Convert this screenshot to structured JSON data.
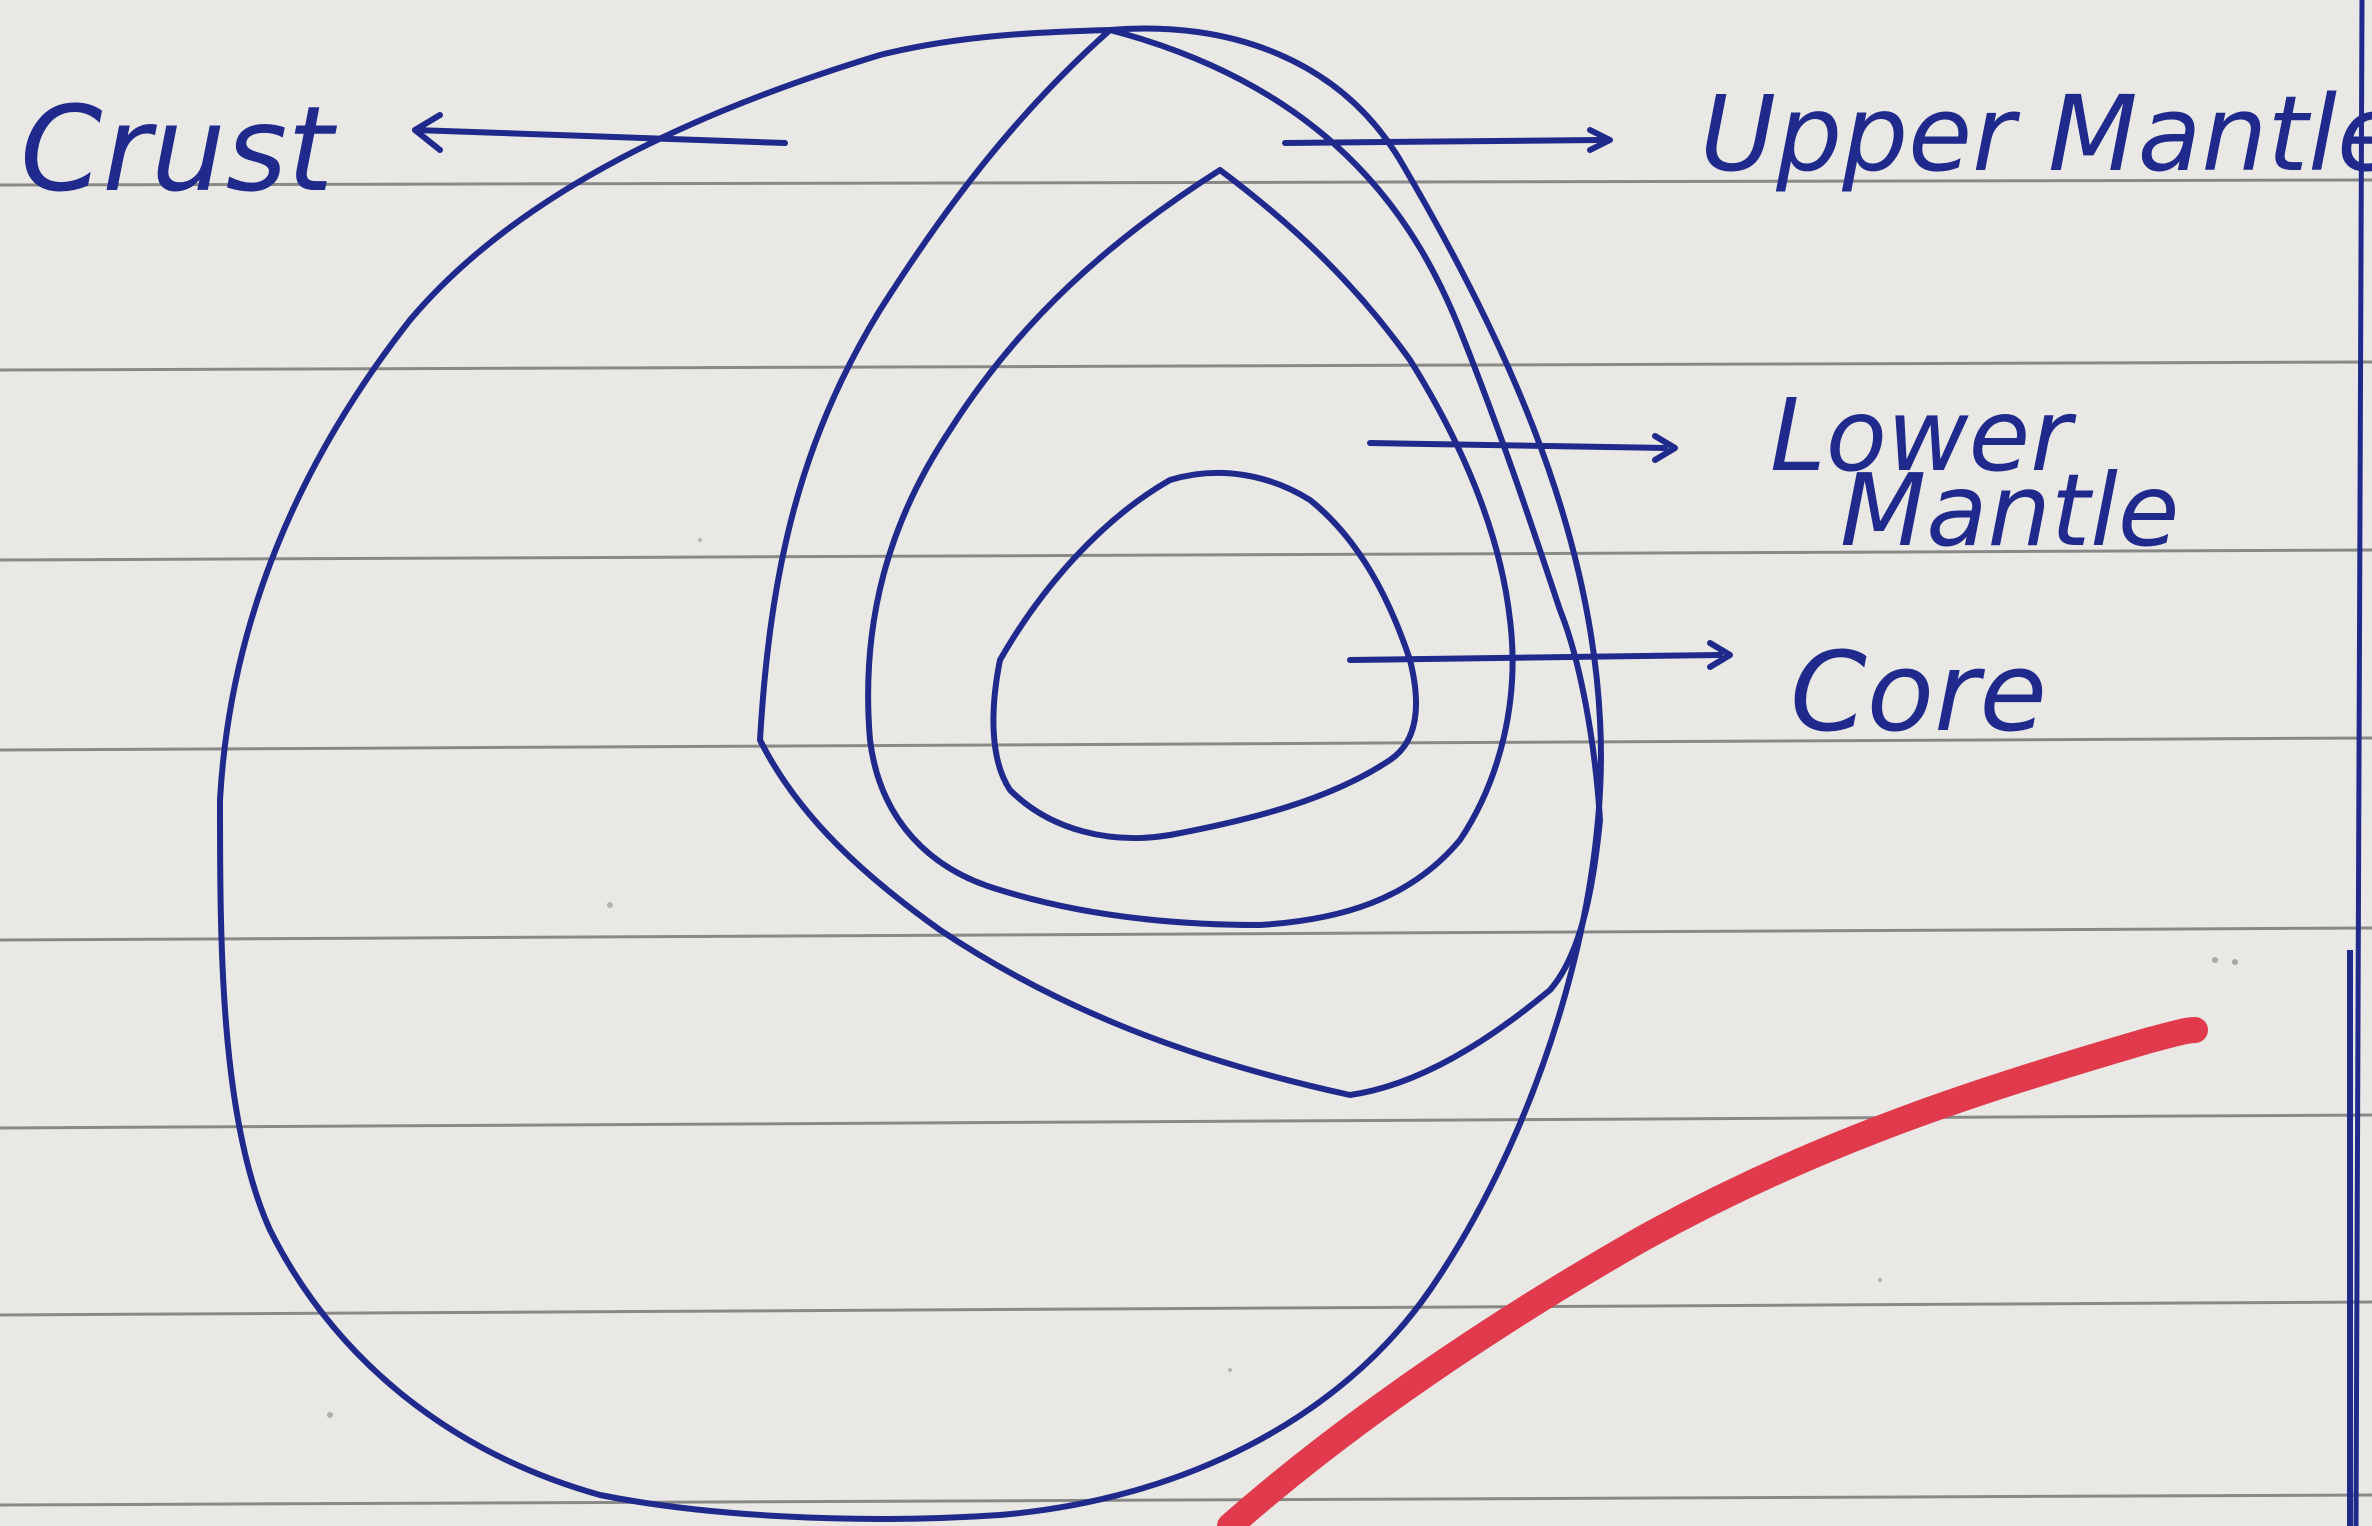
{
  "labels": {
    "crust": "Crust",
    "upper_mantle": "Upper Mantle",
    "lower_mantle_line1": "Lower",
    "lower_mantle_line2": "Mantle",
    "core": "Core"
  },
  "colors": {
    "paper": "#e9e8e4",
    "ink": "#1f2a8c",
    "ruled_line": "#6a6a6a",
    "check_mark": "#e03a4c"
  }
}
